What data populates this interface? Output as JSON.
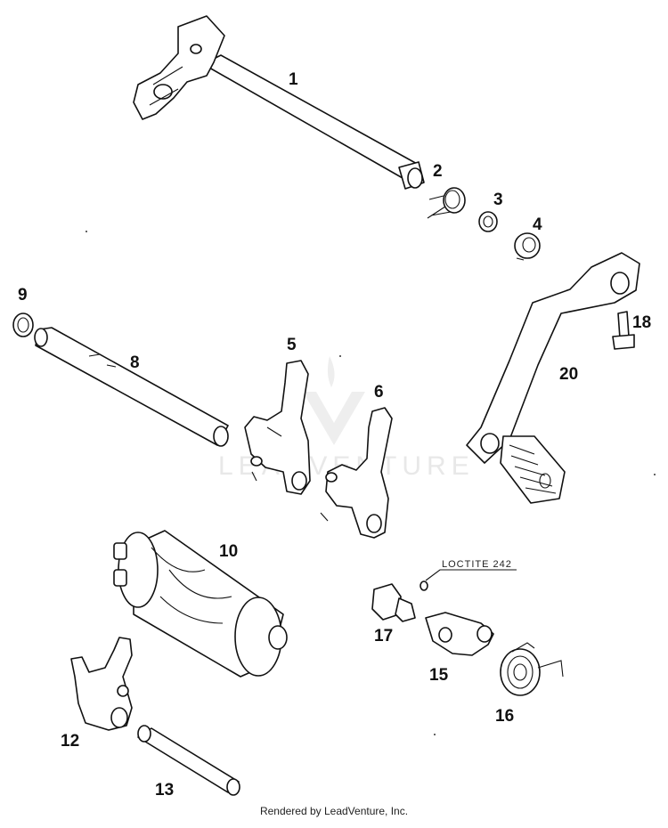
{
  "callouts": {
    "p1": "1",
    "p2": "2",
    "p3": "3",
    "p4": "4",
    "p5": "5",
    "p6": "6",
    "p8": "8",
    "p9": "9",
    "p10": "10",
    "p12": "12",
    "p13": "13",
    "p15": "15",
    "p16": "16",
    "p17": "17",
    "p18": "18",
    "p20": "20"
  },
  "annotation": "LOCTITE 242",
  "watermark": "LEADVENTURE",
  "footer": "Rendered by LeadVenture, Inc."
}
